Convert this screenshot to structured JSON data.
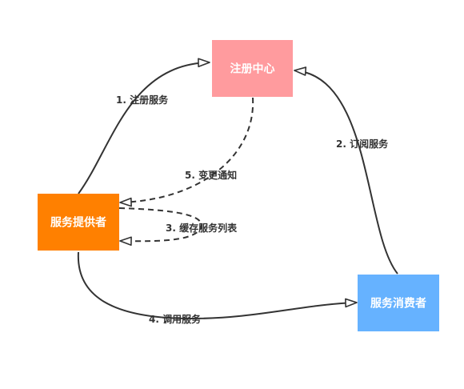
{
  "nodes": {
    "registry": {
      "label": "注册中心",
      "color": "#FF9B9E"
    },
    "provider": {
      "label": "服务提供者",
      "color": "#FF8000"
    },
    "consumer": {
      "label": "服务消费者",
      "color": "#66B2FF"
    }
  },
  "edges": {
    "register": {
      "label": "1. 注册服务"
    },
    "subscribe": {
      "label": "2. 订阅服务"
    },
    "cache": {
      "label": "3. 缓存服务列表"
    },
    "invoke": {
      "label": "4. 调用服务"
    },
    "notify": {
      "label": "5. 变更通知"
    }
  },
  "colors": {
    "line": "#333333"
  }
}
